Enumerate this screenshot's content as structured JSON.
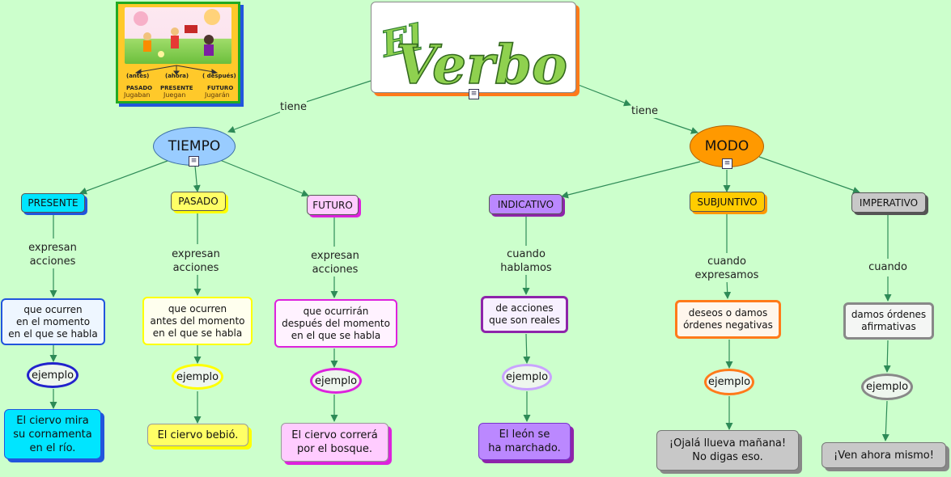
{
  "title": {
    "word_small": "El",
    "word_large": "Verbo"
  },
  "illustration": {
    "captions": [
      "(antes)",
      "(ahora)",
      "( después)"
    ],
    "tenses": [
      "PASADO",
      "PRESENTE",
      "FUTURO"
    ],
    "verbs": [
      "Jugaban",
      "Juegan",
      "Jugarán"
    ]
  },
  "links": {
    "tiene_left": "tiene",
    "tiene_right": "tiene"
  },
  "tiempo": {
    "label": "TIEMPO",
    "columns": [
      {
        "name": "PRESENTE",
        "link1": "expresan\nacciones",
        "desc": "que ocurren\nen el momento\nen el que se habla",
        "link2": "ejemplo",
        "example": "El ciervo mira\nsu cornamenta\nen el río."
      },
      {
        "name": "PASADO",
        "link1": "expresan\nacciones",
        "desc": "que ocurren\nantes del momento\nen el que se habla",
        "link2": "ejemplo",
        "example": "El ciervo bebió."
      },
      {
        "name": "FUTURO",
        "link1": "expresan\nacciones",
        "desc": "que ocurrirán\ndespués del momento\nen el que se habla",
        "link2": "ejemplo",
        "example": "El ciervo correrá\npor el bosque."
      }
    ]
  },
  "modo": {
    "label": "MODO",
    "columns": [
      {
        "name": "INDICATIVO",
        "link1": "cuando\nhablamos",
        "desc": "de acciones\nque son reales",
        "link2": "ejemplo",
        "example": "El león se\nha marchado."
      },
      {
        "name": "SUBJUNTIVO",
        "link1": "cuando\nexpresamos",
        "desc": "deseos o damos\nórdenes negativas",
        "link2": "ejemplo",
        "example": "¡Ojalá llueva mañana!\nNo digas eso."
      },
      {
        "name": "IMPERATIVO",
        "link1": "cuando",
        "desc": "damos órdenes\nafirmativas",
        "link2": "ejemplo",
        "example": "¡Ven ahora mismo!"
      }
    ]
  },
  "colors": {
    "background": "#ccffcc",
    "edge": "#2e8b57",
    "tiempo": "#99ccff",
    "modo": "#ff9900",
    "presente": "#00e5ff",
    "pasado": "#ffff66",
    "futuro": "#ffccff",
    "indicativo": "#bb88ff",
    "subjuntivo": "#ffcc00",
    "imperativo": "#c8c8c8"
  }
}
